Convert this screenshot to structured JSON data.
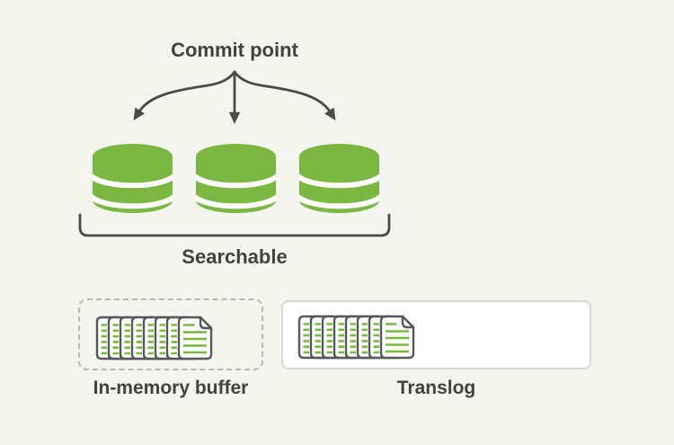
{
  "labels": {
    "commit_point": "Commit point",
    "searchable": "Searchable",
    "in_memory_buffer": "In-memory buffer",
    "translog": "Translog"
  },
  "counts": {
    "segments": 3,
    "buffer_documents": 8,
    "translog_documents": 8
  },
  "colors": {
    "background": "#f4f5ef",
    "green": "#7ab843",
    "dark-text": "#424242",
    "line": "#4a4a4a",
    "doc-border": "#58585a",
    "dashed-border": "#bcbcb7",
    "box-border": "#d9d9d4",
    "box-fill": "#ffffff"
  }
}
